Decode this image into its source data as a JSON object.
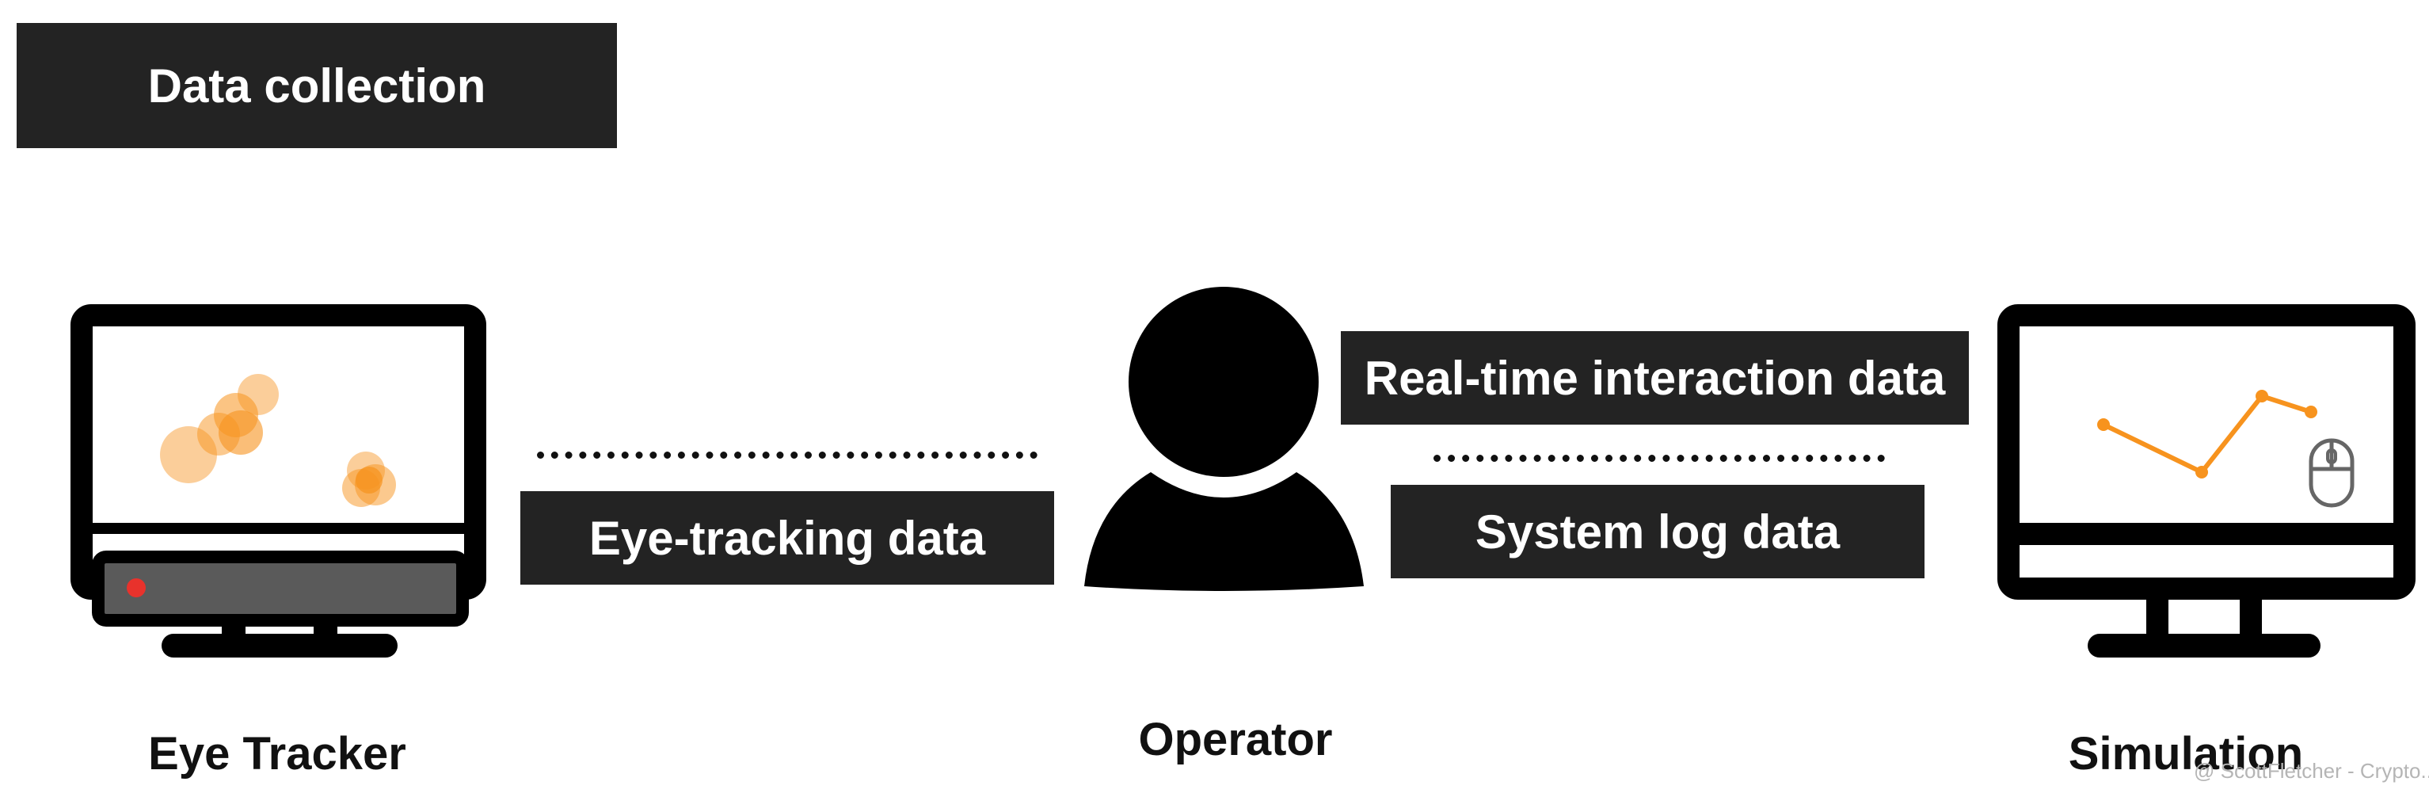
{
  "header": {
    "title": "Data collection"
  },
  "nodes": {
    "eye_tracker": {
      "label": "Eye Tracker"
    },
    "operator": {
      "label": "Operator"
    },
    "simulation": {
      "label": "Simulation"
    }
  },
  "flows": {
    "eye_tracking": {
      "label": "Eye-tracking data"
    },
    "real_time": {
      "label": "Real-time interaction data"
    },
    "system_log": {
      "label": "System log data"
    }
  },
  "watermark": {
    "text": "@ ScottFletcher - Crypto..."
  },
  "colors": {
    "box_background": "#232323",
    "box_text": "#ffffff",
    "icon_stroke": "#000000",
    "gaze_orange": "#f7931e",
    "recording_dot": "#e8322c",
    "tracker_bar": "#5a5a5a"
  },
  "icons": [
    "eye-tracker-monitor-icon",
    "operator-person-icon",
    "simulation-monitor-icon",
    "mouse-icon"
  ]
}
